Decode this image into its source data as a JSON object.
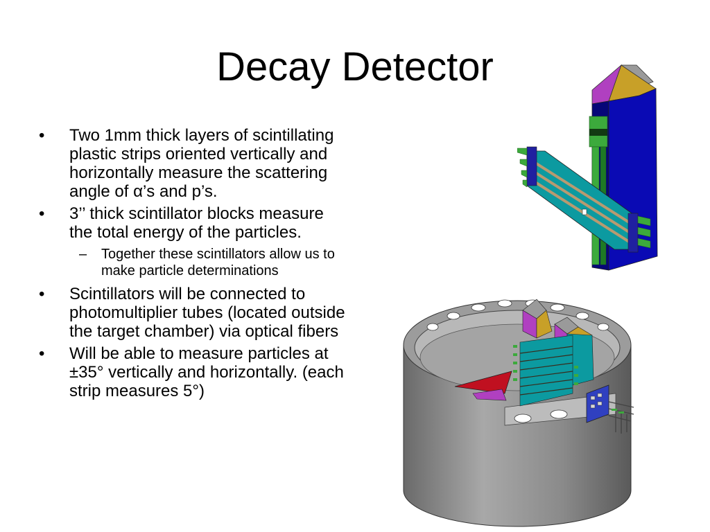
{
  "slide": {
    "title": "Decay Detector",
    "bullets": [
      {
        "marker": "•",
        "text": "Two 1mm thick layers of scintillating plastic strips oriented vertically and horizontally measure the scattering angle of α’s and p’s."
      },
      {
        "marker": "•",
        "text": "3’’ thick scintillator blocks measure the total energy of the particles.",
        "sub_bullets": [
          {
            "marker": "–",
            "text": "Together these scintillators allow us to make particle determinations"
          }
        ]
      },
      {
        "marker": "•",
        "text": "Scintillators will be connected to photomultiplier tubes (located outside the target chamber) via optical fibers"
      },
      {
        "marker": "•",
        "text": "Will be able to measure particles at ±35° vertically and horizontally. (each strip measures 5°)"
      }
    ]
  },
  "figures": {
    "detector_colors": {
      "block_blue": "#0a0ab4",
      "block_blue_dark": "#060678",
      "strip_teal": "#0c9aa0",
      "strip_tan": "#b89a70",
      "fiber_green": "#3caa3c",
      "cap_purple": "#b040c0",
      "cap_gold": "#c8a028",
      "cap_grey": "#9a9a9a"
    },
    "chamber_colors": {
      "wall_grey": "#8a8a8a",
      "wall_dark": "#5a5a5a",
      "inner_light": "#b0b0b0",
      "target_red": "#c01020",
      "flange_blue": "#3040c0"
    }
  }
}
